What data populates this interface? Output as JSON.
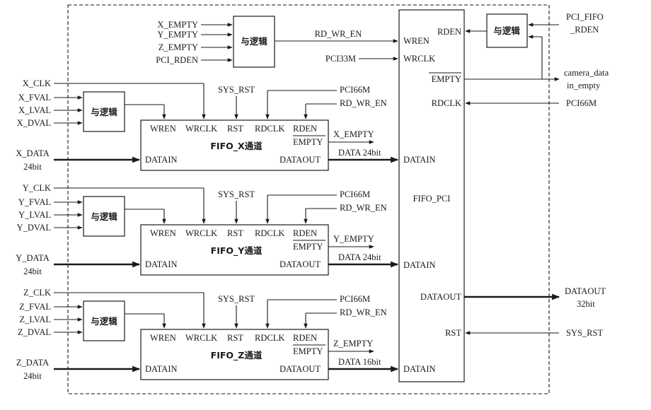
{
  "labels": {
    "and_gate": "与逻辑",
    "x_empty": "X_EMPTY",
    "y_empty": "Y_EMPTY",
    "z_empty": "Z_EMPTY",
    "pci_rden": "PCI_RDEN",
    "rd_wr_en": "RD_WR_EN",
    "pci33m": "PCI33M",
    "pci66m": "PCI66M",
    "sys_rst": "SYS_RST",
    "pci_fifo_rden_1": "PCI_FIFO",
    "pci_fifo_rden_2": "_RDEN",
    "camera_data_1": "camera_data",
    "camera_data_2": "in_empty",
    "dataout_out_1": "DATAOUT",
    "dataout_out_2": "32bit"
  },
  "fifo_pci": {
    "name": "FIFO_PCI",
    "wren": "WREN",
    "wrclk": "WRCLK",
    "rden": "RDEN",
    "empty": "EMPTY",
    "rdclk": "RDCLK",
    "datain": "DATAIN",
    "dataout": "DATAOUT",
    "rst": "RST"
  },
  "channels": [
    {
      "clk": "X_CLK",
      "fval": "X_FVAL",
      "lval": "X_LVAL",
      "dval": "X_DVAL",
      "data": "X_DATA",
      "bits": "24bit",
      "name": "FIFO_X通道",
      "empty_out": "X_EMPTY",
      "data_out": "DATA 24bit"
    },
    {
      "clk": "Y_CLK",
      "fval": "Y_FVAL",
      "lval": "Y_LVAL",
      "dval": "Y_DVAL",
      "data": "Y_DATA",
      "bits": "24bit",
      "name": "FIFO_Y通道",
      "empty_out": "Y_EMPTY",
      "data_out": "DATA 24bit"
    },
    {
      "clk": "Z_CLK",
      "fval": "Z_FVAL",
      "lval": "Z_LVAL",
      "dval": "Z_DVAL",
      "data": "Z_DATA",
      "bits": "24bit",
      "name": "FIFO_Z通道",
      "empty_out": "Z_EMPTY",
      "data_out": "DATA 16bit"
    }
  ],
  "fifo_ports": {
    "wren": "WREN",
    "wrclk": "WRCLK",
    "rst": "RST",
    "rdclk": "RDCLK",
    "rden": "RDEN",
    "empty": "EMPTY",
    "datain": "DATAIN",
    "dataout": "DATAOUT"
  }
}
